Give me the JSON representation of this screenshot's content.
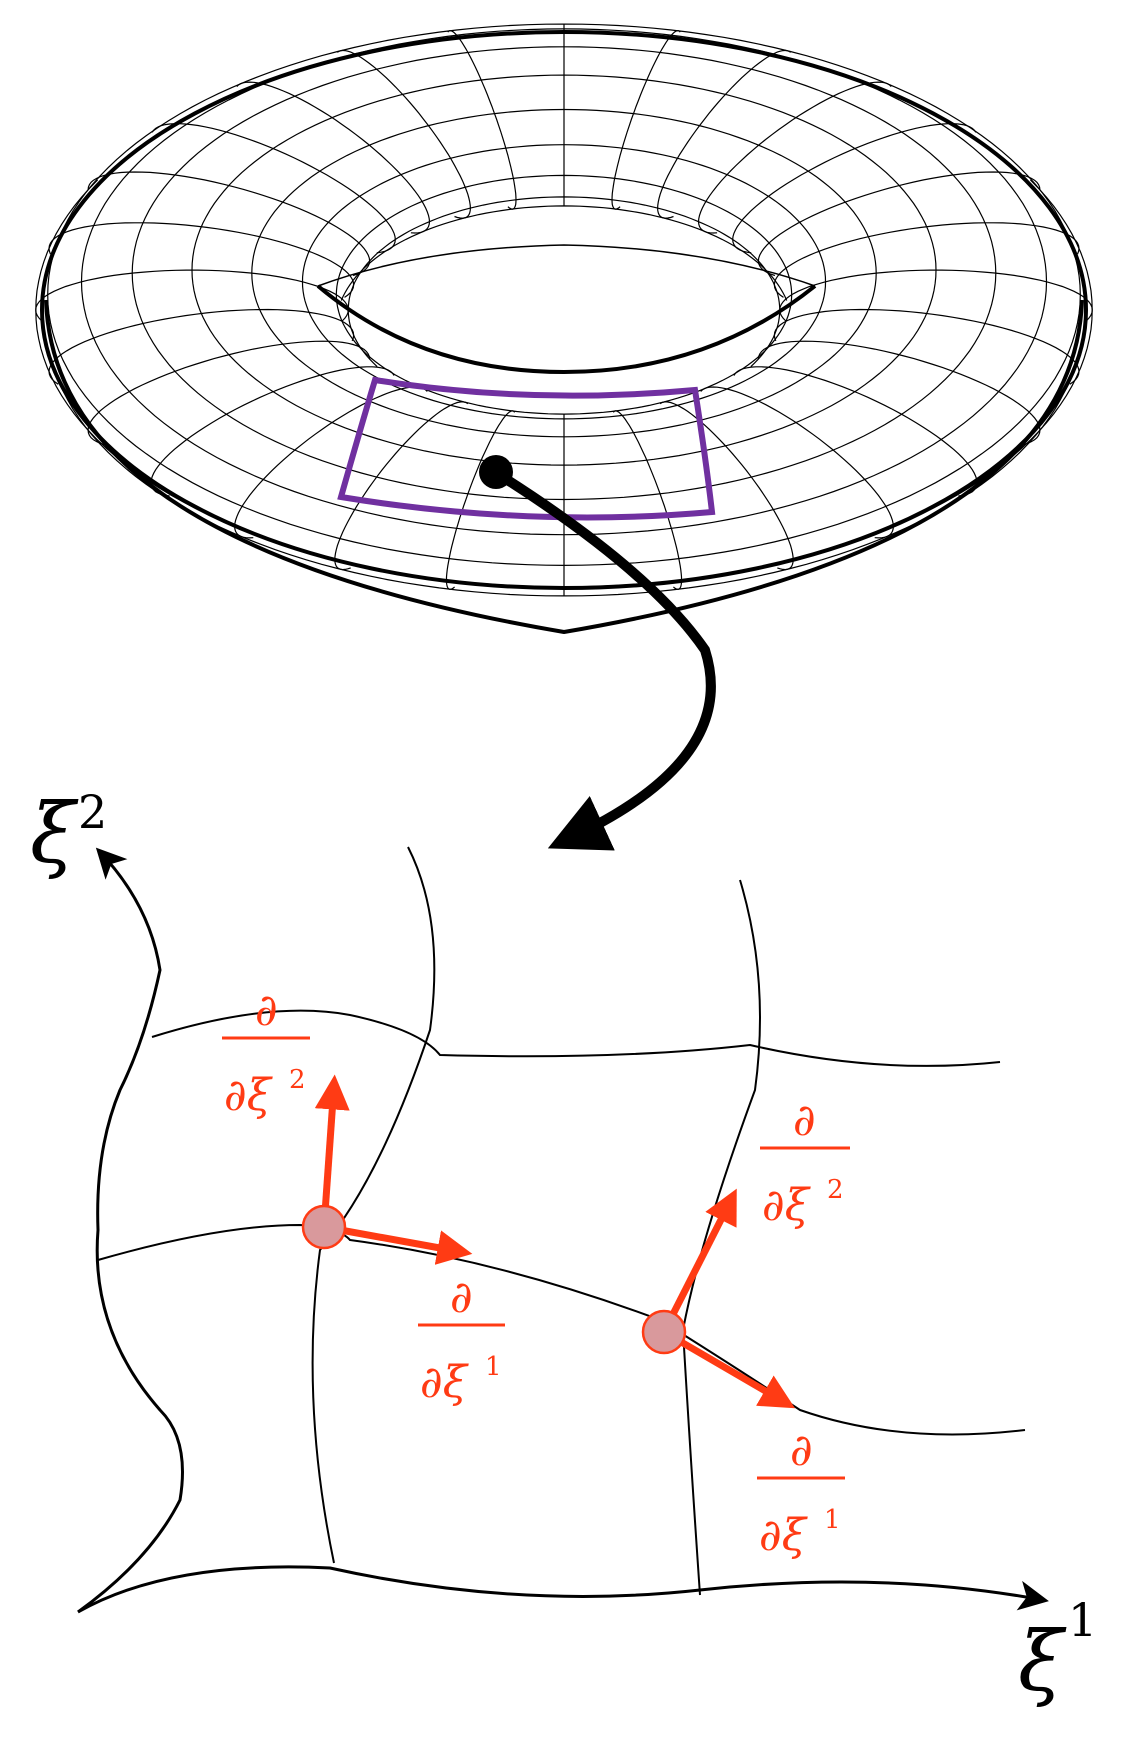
{
  "colors": {
    "ink": "#000000",
    "vector": "#ff3b14",
    "point_fill": "#d9999c",
    "patch_outline": "#7030a0",
    "background": "#ffffff"
  },
  "axes": {
    "xi1_base": "ξ",
    "xi1_sup": "1",
    "xi2_base": "ξ",
    "xi2_sup": "2"
  },
  "vectors": {
    "p1_d2": {
      "num": "∂",
      "den_pre": "∂ξ",
      "den_sup": "2"
    },
    "p1_d1": {
      "num": "∂",
      "den_pre": "∂ξ",
      "den_sup": "1"
    },
    "p2_d2": {
      "num": "∂",
      "den_pre": "∂ξ",
      "den_sup": "2"
    },
    "p2_d1": {
      "num": "∂",
      "den_pre": "∂ξ",
      "den_sup": "1"
    }
  },
  "icons": {
    "torus": "torus-icon",
    "zoom_arrow": "curved-arrow-icon"
  }
}
